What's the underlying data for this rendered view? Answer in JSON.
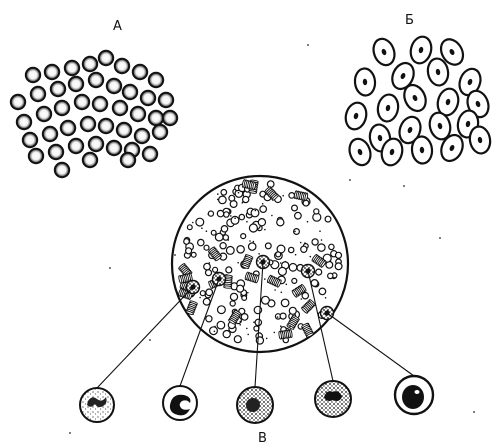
{
  "figure": {
    "labels": {
      "panel_a": "А",
      "panel_b": "Б",
      "panel_c": "В"
    },
    "colors": {
      "ink": "#111111",
      "background": "#ffffff"
    }
  }
}
